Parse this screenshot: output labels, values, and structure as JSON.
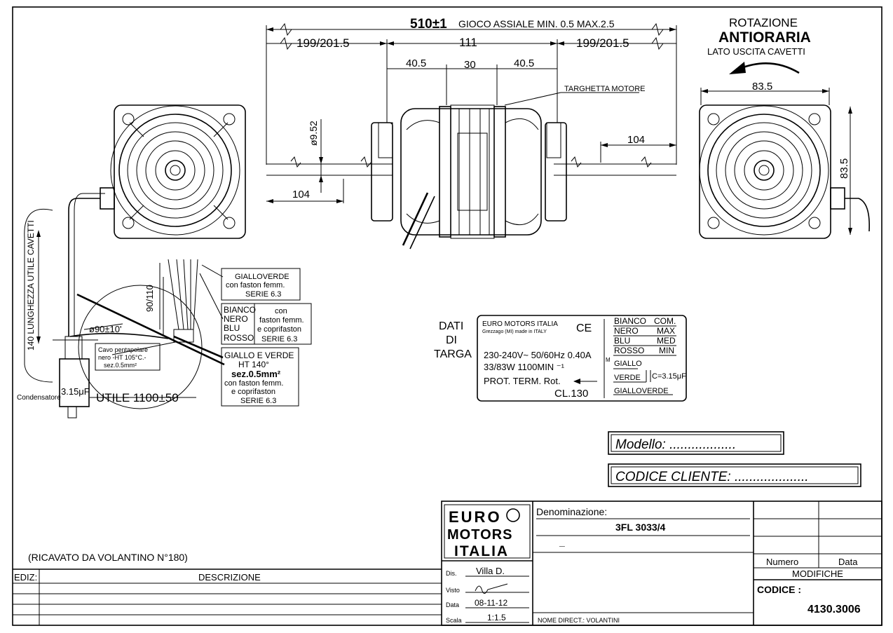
{
  "header": {
    "overall_length": "510±1",
    "axial_play": "GIOCO  ASSIALE  MIN.  0.5  MAX.2.5",
    "rotation_line1": "ROTAZIONE",
    "rotation_line2": "ANTIORARIA",
    "rotation_line3": "LATO USCITA CAVETTI"
  },
  "dimensions": {
    "left_shaft": "199/201.5",
    "middle": "111",
    "right_shaft": "199/201.5",
    "seg_a": "40.5",
    "seg_b": "30",
    "seg_c": "40.5",
    "shaft_dia": "ø9.52",
    "left_flat": "104",
    "right_flat": "104",
    "end_width": "83.5",
    "end_height": "83.5",
    "nameplate_label": "TARGHETTA MOTORE"
  },
  "wiring": {
    "useful_length": "140 LUNGHEZZA UTILE CAVETTI",
    "lead_length": "90/110",
    "bend_dia": "ø90±10'",
    "capacitor_value": "3.15μF",
    "capacitor_label": "Condensatore",
    "useful": "UTILE  1100±50",
    "cable_note": [
      "Cavo pentapolare",
      "nero -HT 105°C.-",
      "sez.0.5mm²"
    ],
    "box1": [
      "GIALLOVERDE",
      "con faston femm.",
      "SERIE 6.3"
    ],
    "box2_left": [
      "BIANCO",
      "NERO",
      "BLU",
      "ROSSO"
    ],
    "box2_right": [
      "con",
      "faston femm.",
      "e coprifaston",
      "SERIE 6.3"
    ],
    "box3": [
      "GIALLO E VERDE",
      "HT 140°",
      "sez.0.5mm²",
      "con faston femm.",
      "e coprifaston",
      "SERIE 6.3"
    ]
  },
  "nameplate": {
    "side_label": [
      "DATI",
      "DI",
      "TARGA"
    ],
    "company": "EURO MOTORS ITALIA",
    "made_in": "Grezzago (MI) made in ITALY",
    "ce": "CE",
    "line1": "230-240V~  50/60Hz  0.40A",
    "line2": "33/83W     1100MIN ⁻¹",
    "line3": "PROT. TERM.   Rot.",
    "line4": "CL.130",
    "m_mark": "M",
    "wires": [
      {
        "color": "BIANCO",
        "fn": "COM."
      },
      {
        "color": "NERO",
        "fn": "MAX"
      },
      {
        "color": "BLU",
        "fn": "MED"
      },
      {
        "color": "ROSSO",
        "fn": "MIN"
      }
    ],
    "giallo": "GIALLO",
    "verde": "VERDE",
    "cap": "C=3.15μF",
    "gialloverde": "GIALLOVERDE"
  },
  "fields": {
    "modello": "Modello:  ..................",
    "codice_cliente": "CODICE  CLIENTE:  ...................."
  },
  "title_block": {
    "source_note": "(RICAVATO  DA  VOLANTINO  N°180)",
    "ediz": "EDIZ:",
    "descrizione": "DESCRIZIONE",
    "logo": [
      "EURO",
      "MOTORS",
      "ITALIA"
    ],
    "denominazione_label": "Denominazione:",
    "denominazione": "3FL 3033/4",
    "dash": "_",
    "dis_label": "Dis.",
    "dis": "Villa  D.",
    "visto_label": "Visto",
    "data_label": "Data",
    "data": "08-11-12",
    "scala_label": "Scala",
    "scala": "1:1.5",
    "nome_direct": "NOME DIRECT.: VOLANTINI",
    "numero": "Numero",
    "data_col": "Data",
    "modifiche": "MODIFICHE",
    "codice_label": "CODICE  :",
    "codice": "4130.3006"
  }
}
